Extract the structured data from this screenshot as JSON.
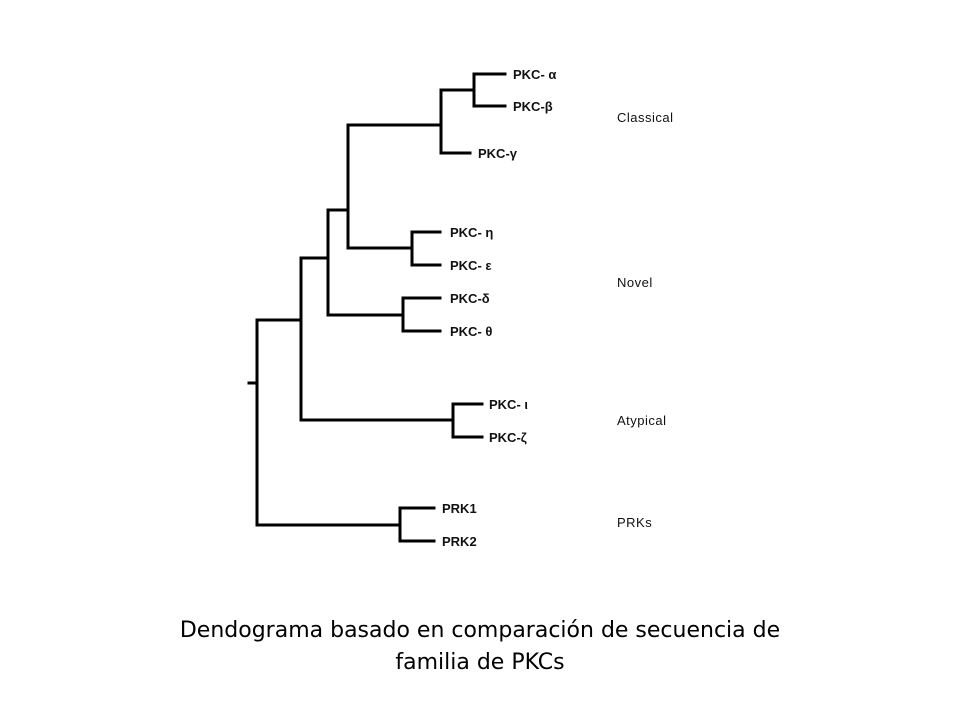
{
  "diagram": {
    "leaves": [
      {
        "id": "a",
        "label": "PKC- α"
      },
      {
        "id": "b",
        "label": "PKC-β"
      },
      {
        "id": "g",
        "label": "PKC-γ"
      },
      {
        "id": "eta",
        "label": "PKC- η"
      },
      {
        "id": "eps",
        "label": "PKC- ε"
      },
      {
        "id": "d",
        "label": "PKC-δ"
      },
      {
        "id": "th",
        "label": "PKC- θ"
      },
      {
        "id": "iota",
        "label": "PKC- ι"
      },
      {
        "id": "z",
        "label": "PKC-ζ"
      },
      {
        "id": "prk1",
        "label": "PRK1"
      },
      {
        "id": "prk2",
        "label": "PRK2"
      }
    ],
    "groups": [
      {
        "id": "classical",
        "label": "Classical"
      },
      {
        "id": "novel",
        "label": "Novel"
      },
      {
        "id": "atypical",
        "label": "Atypical"
      },
      {
        "id": "prks",
        "label": "PRKs"
      }
    ]
  },
  "caption": {
    "line1": "Dendograma basado en comparación de secuencia de",
    "line2": "familia de PKCs"
  }
}
